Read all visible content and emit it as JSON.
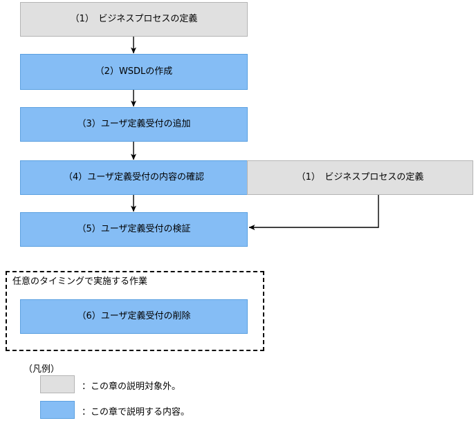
{
  "diagram": {
    "type": "flowchart",
    "title_present": false,
    "colors": {
      "in_scope_fill": "#85bdf5",
      "in_scope_border": "#5ba0e0",
      "out_of_scope_fill": "#e0e0e0",
      "out_of_scope_border": "#b4b4b4",
      "connector": "#000000",
      "group_border": "#000000"
    },
    "nodes": [
      {
        "id": "n1",
        "label": "（1）　ビジネスプロセスの定義",
        "style": "gray"
      },
      {
        "id": "n2",
        "label": "（2）WSDLの作成",
        "style": "blue"
      },
      {
        "id": "n3",
        "label": "（3）ユーザ定義受付の追加",
        "style": "blue"
      },
      {
        "id": "n4",
        "label": "（4）ユーザ定義受付の内容の確認",
        "style": "blue"
      },
      {
        "id": "n5",
        "label": "（5）ユーザ定義受付の検証",
        "style": "blue"
      },
      {
        "id": "n6",
        "label": "（6）ユーザ定義受付の削除",
        "style": "blue"
      },
      {
        "id": "n7",
        "label": "（1）　ビジネスプロセスの定義",
        "style": "gray"
      }
    ],
    "edges": [
      {
        "from": "n1",
        "to": "n2",
        "direction": "down"
      },
      {
        "from": "n2",
        "to": "n3",
        "direction": "down"
      },
      {
        "from": "n3",
        "to": "n4",
        "direction": "down"
      },
      {
        "from": "n4",
        "to": "n5",
        "direction": "down"
      },
      {
        "from": "n4",
        "to": "n7",
        "direction": "right"
      },
      {
        "from": "n7",
        "to": "n5",
        "direction": "down-left"
      }
    ]
  },
  "group": {
    "label": "任意のタイミングで実施する作業"
  },
  "legend": {
    "title": "（凡例）",
    "items": [
      {
        "style": "gray",
        "text": "：この章の説明対象外。"
      },
      {
        "style": "blue",
        "text": "：この章で説明する内容。"
      }
    ]
  }
}
